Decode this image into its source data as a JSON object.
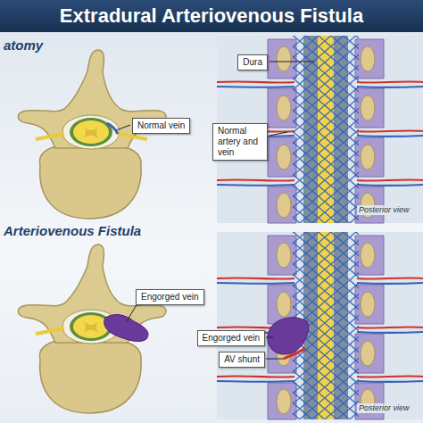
{
  "diagram": {
    "title": "Extradural Arteriovenous Fistula",
    "nodes": [
      {
        "text": [
          "Normal vein"
        ]
      },
      {
        "text": [
          "Dura"
        ]
      },
      {
        "text": [
          "Normal artery and vein"
        ]
      },
      {
        "text": [
          "Engorged vein"
        ]
      },
      {
        "text": [
          "Engorged vein"
        ]
      },
      {
        "text": [
          "AV shunt"
        ]
      }
    ],
    "labels": [
      "atomy",
      "Posterior view",
      "Arteriovenous Fistula",
      "Posterior view"
    ]
  }
}
